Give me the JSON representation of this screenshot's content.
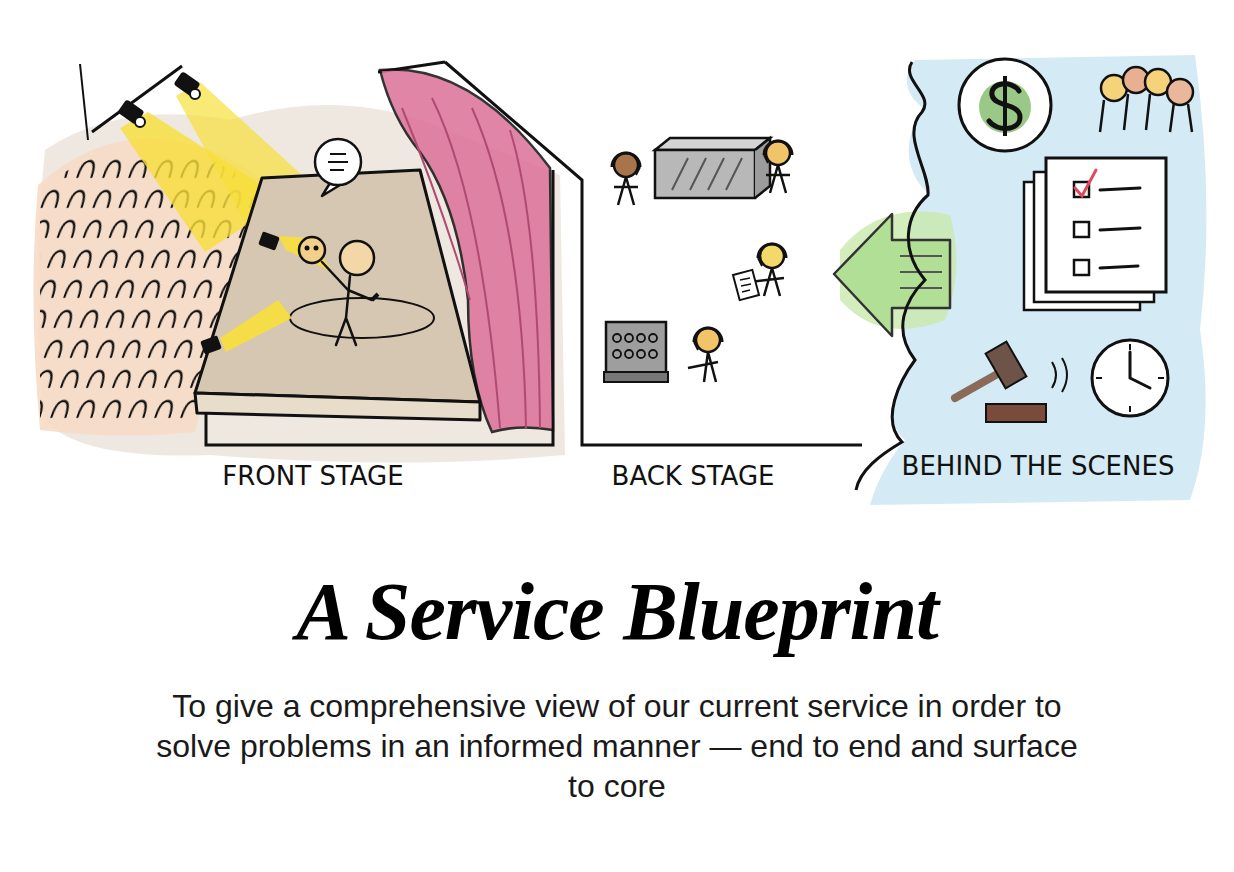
{
  "diagram": {
    "title": "A Service Blueprint",
    "caption": "To give a comprehensive view of our current service in order to solve problems in an informed manner — end to end and surface to core",
    "labels": [
      "FRONT STAGE",
      "BACK STAGE",
      "BEHIND THE SCENES"
    ]
  }
}
